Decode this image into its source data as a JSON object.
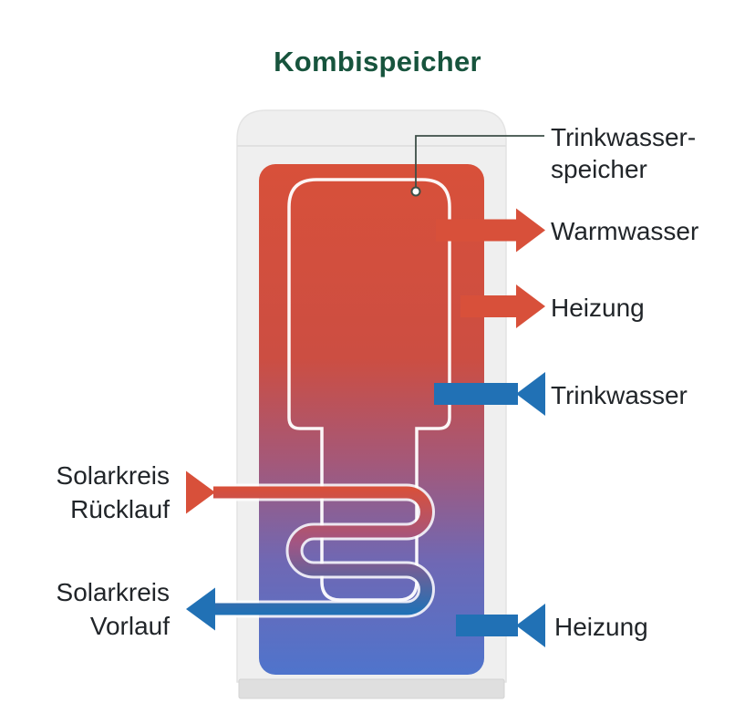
{
  "title": "Kombispeicher",
  "colors": {
    "title_green": "#17543d",
    "hot_red": "#d8503a",
    "cold_blue": "#2171b5",
    "text_dark": "#212529",
    "tank_shell": "#efefef"
  },
  "labels": {
    "inner_tank_line1": "Trinkwasser-",
    "inner_tank_line2": "speicher",
    "warm_water": "Warmwasser",
    "heating_flow": "Heizung",
    "drinking_water": "Trinkwasser",
    "solar_return_line1": "Solarkreis",
    "solar_return_line2": "Rücklauf",
    "solar_flow_line1": "Solarkreis",
    "solar_flow_line2": "Vorlauf",
    "heating_return": "Heizung"
  }
}
